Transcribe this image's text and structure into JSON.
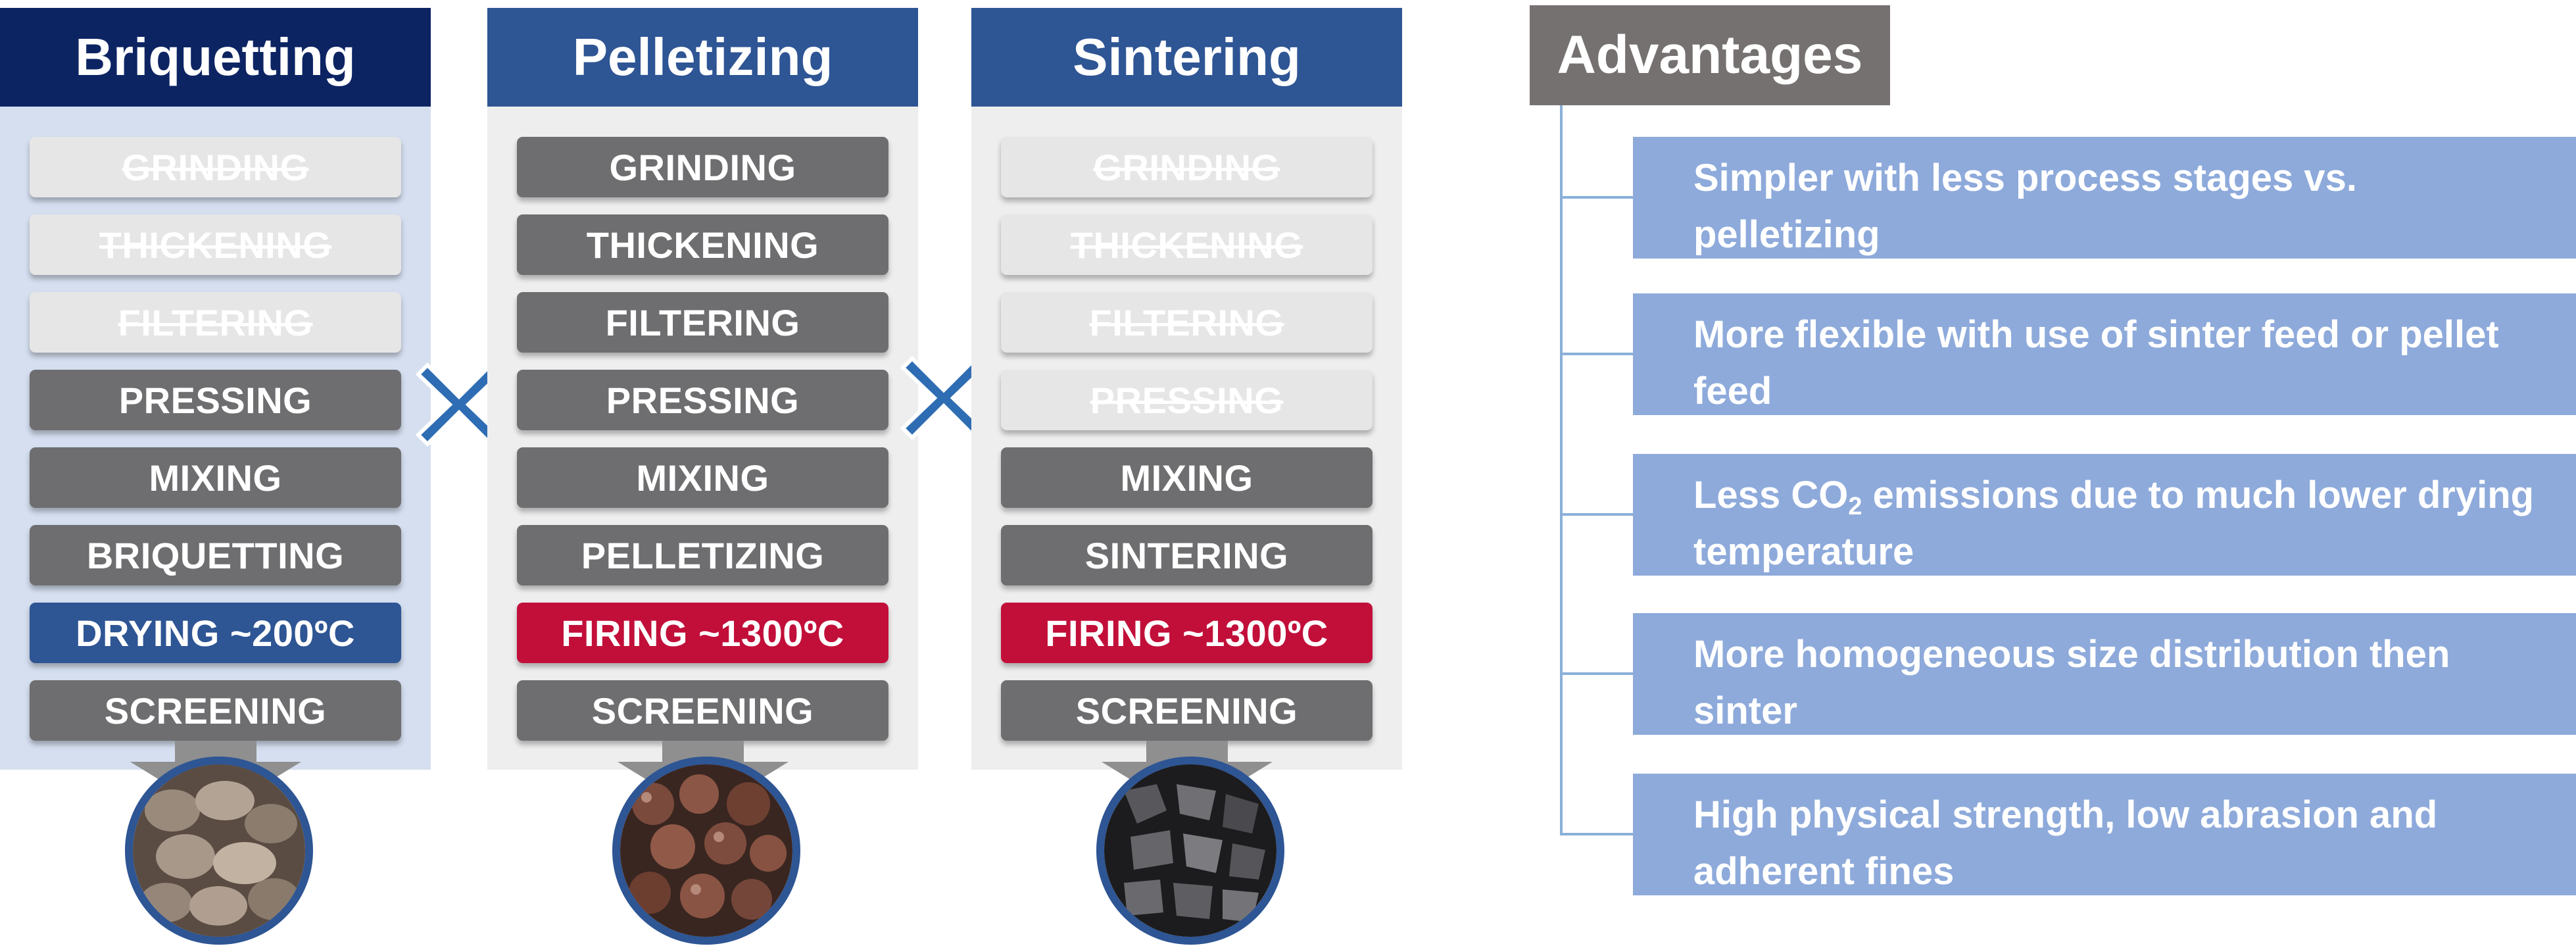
{
  "columns": [
    {
      "title": "Briquetting",
      "header_color": "#0d2463",
      "body_color": "#d5dff0",
      "steps": [
        {
          "label": "GRINDING",
          "state": "inactive"
        },
        {
          "label": "THICKENING",
          "state": "inactive"
        },
        {
          "label": "FILTERING",
          "state": "inactive"
        },
        {
          "label": "PRESSING",
          "state": "active"
        },
        {
          "label": "MIXING",
          "state": "active"
        },
        {
          "label": "BRIQUETTING",
          "state": "active"
        },
        {
          "label": "DRYING ~200ºC",
          "state": "blue"
        },
        {
          "label": "SCREENING",
          "state": "active"
        }
      ],
      "sample_icon": "briquettes-photo"
    },
    {
      "title": "Pelletizing",
      "header_color": "#2e5594",
      "body_color": "#eeeeee",
      "steps": [
        {
          "label": "GRINDING",
          "state": "active"
        },
        {
          "label": "THICKENING",
          "state": "active"
        },
        {
          "label": "FILTERING",
          "state": "active"
        },
        {
          "label": "PRESSING",
          "state": "active"
        },
        {
          "label": "MIXING",
          "state": "active"
        },
        {
          "label": "PELLETIZING",
          "state": "active"
        },
        {
          "label": "FIRING ~1300ºC",
          "state": "red"
        },
        {
          "label": "SCREENING",
          "state": "active"
        }
      ],
      "sample_icon": "pellets-photo"
    },
    {
      "title": "Sintering",
      "header_color": "#2e5594",
      "body_color": "#eeeeee",
      "steps": [
        {
          "label": "GRINDING",
          "state": "inactive"
        },
        {
          "label": "THICKENING",
          "state": "inactive"
        },
        {
          "label": "FILTERING",
          "state": "inactive"
        },
        {
          "label": "PRESSING",
          "state": "inactive"
        },
        {
          "label": "MIXING",
          "state": "active"
        },
        {
          "label": "SINTERING",
          "state": "active"
        },
        {
          "label": "FIRING ~1300ºC",
          "state": "red"
        },
        {
          "label": "SCREENING",
          "state": "active"
        }
      ],
      "sample_icon": "sinter-photo"
    }
  ],
  "cross_icon": "cross-x-icon",
  "advantages": {
    "title": "Advantages",
    "items": [
      {
        "text": "Simpler with less process stages vs. pelletizing"
      },
      {
        "text": "More flexible with use of sinter feed or pellet feed"
      },
      {
        "pre": "Less CO",
        "sub": "2",
        "post": " emissions due to much lower drying temperature"
      },
      {
        "text": "More homogeneous size distribution then sinter"
      },
      {
        "text": "High physical strength, low abrasion and adherent fines"
      }
    ]
  },
  "colors": {
    "inactive_step": "#e6e6e6",
    "active_step": "#6e6e70",
    "drying_step": "#2e5594",
    "firing_step": "#c20f3a",
    "advantage_box": "#8eaadb",
    "advantages_header": "#767171"
  }
}
